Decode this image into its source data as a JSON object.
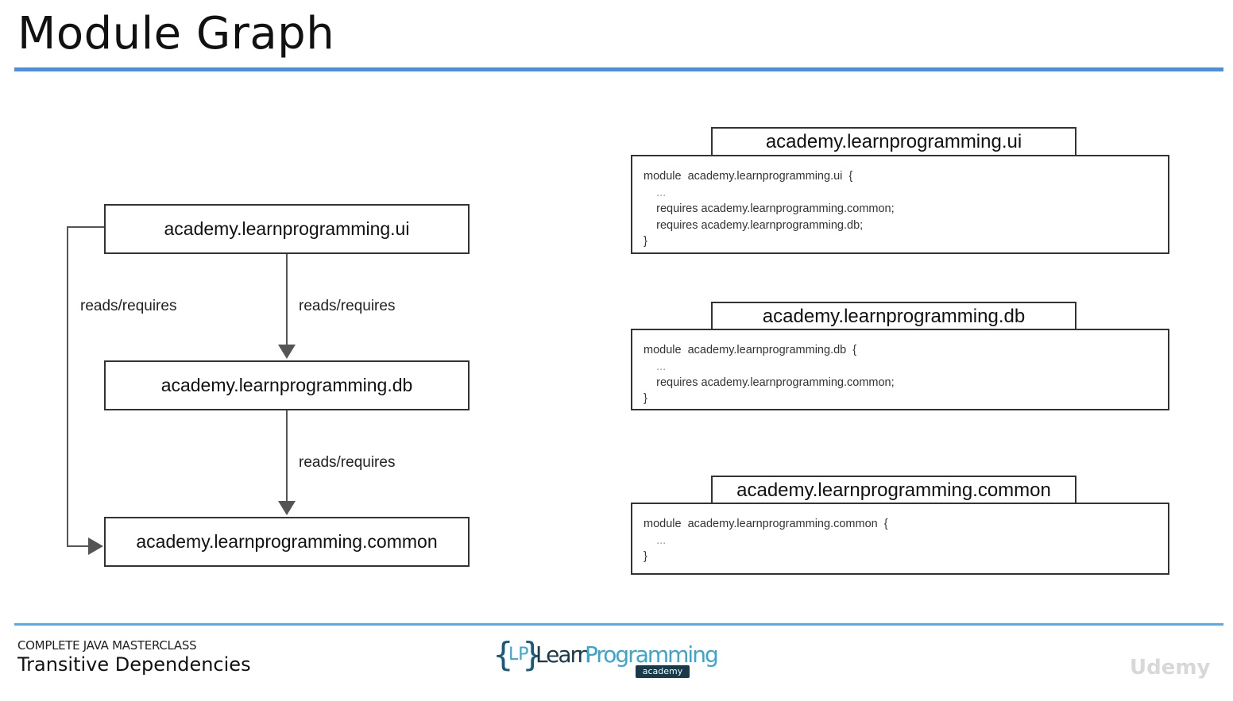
{
  "title": "Module Graph",
  "diagram": {
    "nodes": {
      "ui": "academy.learnprogramming.ui",
      "db": "academy.learnprogramming.db",
      "common": "academy.learnprogramming.common"
    },
    "edge_labels": {
      "ui_common": "reads/requires",
      "ui_db": "reads/requires",
      "db_common": "reads/requires"
    }
  },
  "modules": [
    {
      "name": "academy.learnprogramming.ui",
      "code": [
        "module  academy.learnprogramming.ui  {",
        "    ...",
        "    requires academy.learnprogramming.common;",
        "    requires academy.learnprogramming.db;",
        "}"
      ]
    },
    {
      "name": "academy.learnprogramming.db",
      "code": [
        "module  academy.learnprogramming.db  {",
        "    ...",
        "    requires academy.learnprogramming.common;",
        "}"
      ]
    },
    {
      "name": "academy.learnprogramming.common",
      "code": [
        "module  academy.learnprogramming.common  {",
        "    ...",
        "}"
      ]
    }
  ],
  "footer": {
    "course": "COMPLETE JAVA MASTERCLASS",
    "topic": "Transitive Dependencies"
  },
  "logo": {
    "brace_open": "{",
    "initials": "LP",
    "brace_close": "}",
    "word_learn": "Learn",
    "word_programming": "Programming",
    "badge": "academy"
  },
  "watermark": "Udemy",
  "colors": {
    "title_rule": "#4a90e2",
    "footer_rule": "#5aaae8",
    "arrow": "#555555",
    "box_border": "#333333"
  }
}
